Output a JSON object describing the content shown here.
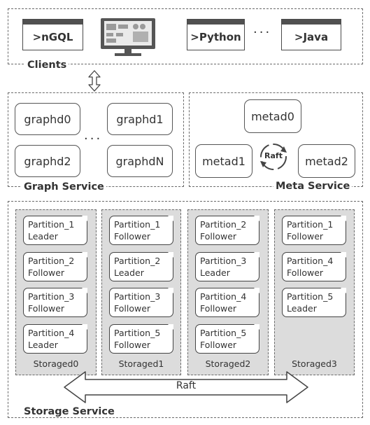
{
  "clients": {
    "label": "Clients",
    "items": [
      {
        "label": ">nGQL"
      },
      {
        "label": ">Python"
      },
      {
        "label": ">Java"
      }
    ],
    "ellipsis": "···",
    "monitor_icon": "monitor-icon"
  },
  "graph_service": {
    "label": "Graph Service",
    "nodes": [
      "graphd0",
      "graphd1",
      "graphd2",
      "graphdN"
    ],
    "ellipsis": "···"
  },
  "meta_service": {
    "label": "Meta Service",
    "nodes": [
      "metad0",
      "metad1",
      "metad2"
    ],
    "raft_label": "Raft"
  },
  "storage_service": {
    "label": "Storage Service",
    "raft_label": "Raft",
    "storaged": [
      {
        "name": "Storaged0",
        "partitions": [
          {
            "id": "Partition_1",
            "role": "Leader"
          },
          {
            "id": "Partition_2",
            "role": "Follower"
          },
          {
            "id": "Partition_3",
            "role": "Follower"
          },
          {
            "id": "Partition_4",
            "role": "Leader"
          }
        ]
      },
      {
        "name": "Storaged1",
        "partitions": [
          {
            "id": "Partition_1",
            "role": "Follower"
          },
          {
            "id": "Partition_2",
            "role": "Leader"
          },
          {
            "id": "Partition_3",
            "role": "Follower"
          },
          {
            "id": "Partition_5",
            "role": "Follower"
          }
        ]
      },
      {
        "name": "Storaged2",
        "partitions": [
          {
            "id": "Partition_2",
            "role": "Follower"
          },
          {
            "id": "Partition_3",
            "role": "Leader"
          },
          {
            "id": "Partition_4",
            "role": "Follower"
          },
          {
            "id": "Partition_5",
            "role": "Follower"
          }
        ]
      },
      {
        "name": "Storaged3",
        "partitions": [
          {
            "id": "Partition_1",
            "role": "Follower"
          },
          {
            "id": "Partition_4",
            "role": "Follower"
          },
          {
            "id": "Partition_5",
            "role": "Leader"
          }
        ]
      }
    ]
  },
  "colors": {
    "border": "#6a6a6a",
    "storaged_fill": "#dcdcdc",
    "client_bar": "#505050"
  }
}
